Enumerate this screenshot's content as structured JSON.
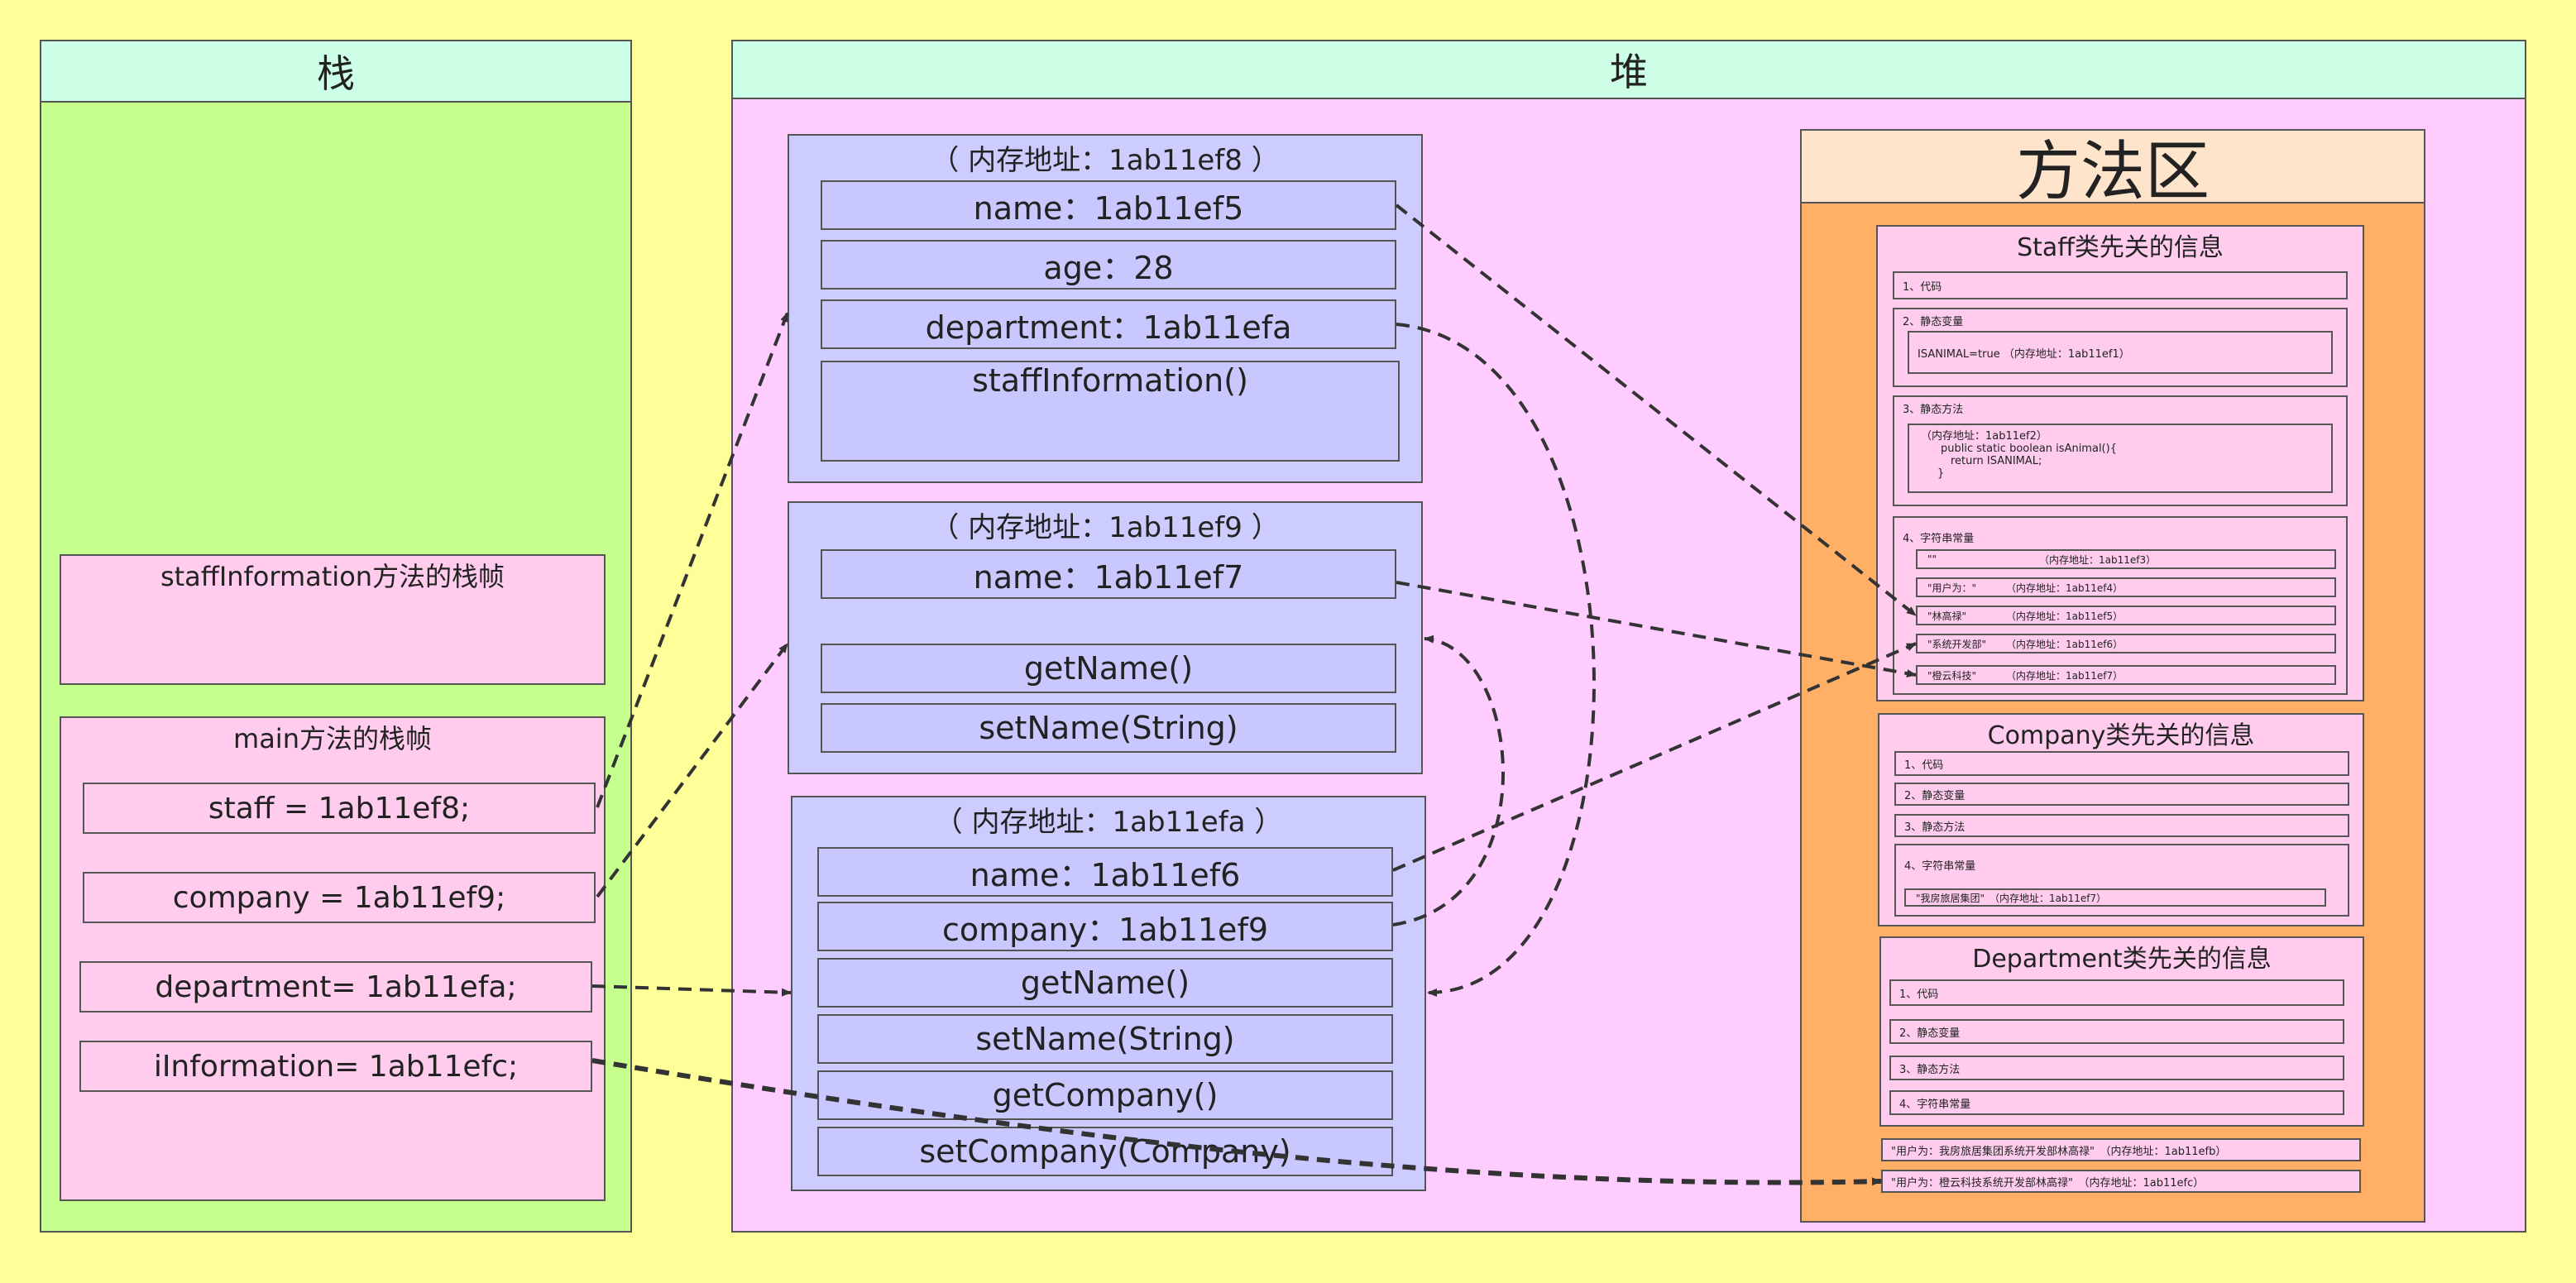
{
  "stack": {
    "title": "栈",
    "frames": [
      {
        "title": "staffInformation方法的栈帧",
        "vars": []
      },
      {
        "title": "main方法的栈帧",
        "vars": [
          "staff = 1ab11ef8;",
          "company = 1ab11ef9;",
          "department= 1ab11efa;",
          "iInformation= 1ab11efc;"
        ]
      }
    ]
  },
  "heap": {
    "title": "堆",
    "objects": [
      {
        "address": "（ 内存地址：1ab11ef8 ）",
        "fields": [
          "name：1ab11ef5",
          "age：28",
          "department：1ab11efa",
          "staffInformation()"
        ]
      },
      {
        "address": "（ 内存地址：1ab11ef9 ）",
        "fields": [
          "name：1ab11ef7",
          "getName()",
          "setName(String)"
        ]
      },
      {
        "address": "（ 内存地址：1ab11efa ）",
        "fields": [
          "name：1ab11ef6",
          "company：1ab11ef9",
          "getName()",
          "setName(String)",
          "getCompany()",
          "setCompany(Company)"
        ]
      }
    ]
  },
  "method_area": {
    "title": "方法区",
    "staff": {
      "title": "Staff类先关的信息",
      "code": "1、代码",
      "static_vars": "2、静态变量",
      "static_var_value": "ISANIMAL=true （内存地址：1ab11ef1）",
      "static_methods": "3、静态方法",
      "method_lines": [
        "（内存地址：1ab11ef2）",
        "public static boolean isAnimal(){",
        "return ISANIMAL;",
        "}"
      ],
      "constants": "4、字符串常量",
      "literals": [
        {
          "text": "\"\"",
          "address": "（内存地址：1ab11ef3）"
        },
        {
          "text": "\"用户为：\"",
          "address": "（内存地址：1ab11ef4）"
        },
        {
          "text": "\"林高禄\"",
          "address": "（内存地址：1ab11ef5）"
        },
        {
          "text": "\"系统开发部\"",
          "address": "（内存地址：1ab11ef6）"
        },
        {
          "text": "\"橙云科技\"",
          "address": "（内存地址：1ab11ef7）"
        }
      ]
    },
    "company": {
      "title": "Company类先关的信息",
      "rows": [
        "1、代码",
        "2、静态变量",
        "3、静态方法"
      ],
      "constants": "4、字符串常量",
      "literal": "\"我房旅居集团\"　（内存地址：1ab11ef7）"
    },
    "department": {
      "title": "Department类先关的信息",
      "rows": [
        "1、代码",
        "2、静态变量",
        "3、静态方法",
        "4、字符串常量"
      ]
    },
    "results": [
      "\"用户为：我房旅居集团系统开发部林高禄\"　（内存地址：1ab11efb）",
      "\"用户为：橙云科技系统开发部林高禄\"　（内存地址：1ab11efc）"
    ]
  },
  "colors": {
    "background": "#ffff99",
    "stack": "#c6ff8e",
    "heap": "#ffccff",
    "title_bar": "#ccffe6",
    "object": "#ccccff",
    "method_area": "#ffb066"
  }
}
